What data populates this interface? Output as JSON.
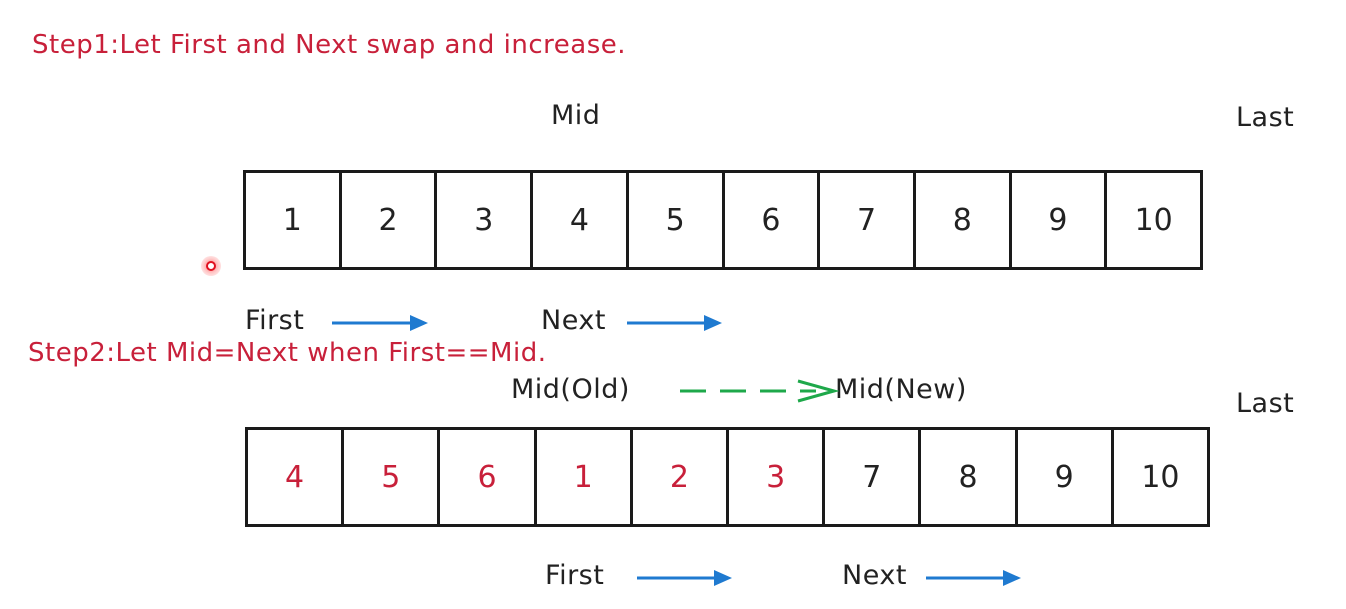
{
  "step1": {
    "text": "Step1:Let First and Next swap and increase.",
    "labels": {
      "mid": "Mid",
      "last": "Last",
      "first": "First",
      "next": "Next"
    },
    "cells": [
      {
        "value": "1",
        "red": false
      },
      {
        "value": "2",
        "red": false
      },
      {
        "value": "3",
        "red": false
      },
      {
        "value": "4",
        "red": false
      },
      {
        "value": "5",
        "red": false
      },
      {
        "value": "6",
        "red": false
      },
      {
        "value": "7",
        "red": false
      },
      {
        "value": "8",
        "red": false
      },
      {
        "value": "9",
        "red": false
      },
      {
        "value": "10",
        "red": false
      }
    ]
  },
  "step2": {
    "text": "Step2:Let Mid=Next when First==Mid.",
    "labels": {
      "mid_old": "Mid(Old)",
      "mid_new": "Mid(New)",
      "last": "Last",
      "first": "First",
      "next": "Next"
    },
    "cells": [
      {
        "value": "4",
        "red": true
      },
      {
        "value": "5",
        "red": true
      },
      {
        "value": "6",
        "red": true
      },
      {
        "value": "1",
        "red": true
      },
      {
        "value": "2",
        "red": true
      },
      {
        "value": "3",
        "red": true
      },
      {
        "value": "7",
        "red": false
      },
      {
        "value": "8",
        "red": false
      },
      {
        "value": "9",
        "red": false
      },
      {
        "value": "10",
        "red": false
      }
    ]
  },
  "colors": {
    "step_text": "#c8203a",
    "arrow_blue": "#1f7ad0",
    "arrow_green": "#1ea84a",
    "ink": "#222222"
  }
}
